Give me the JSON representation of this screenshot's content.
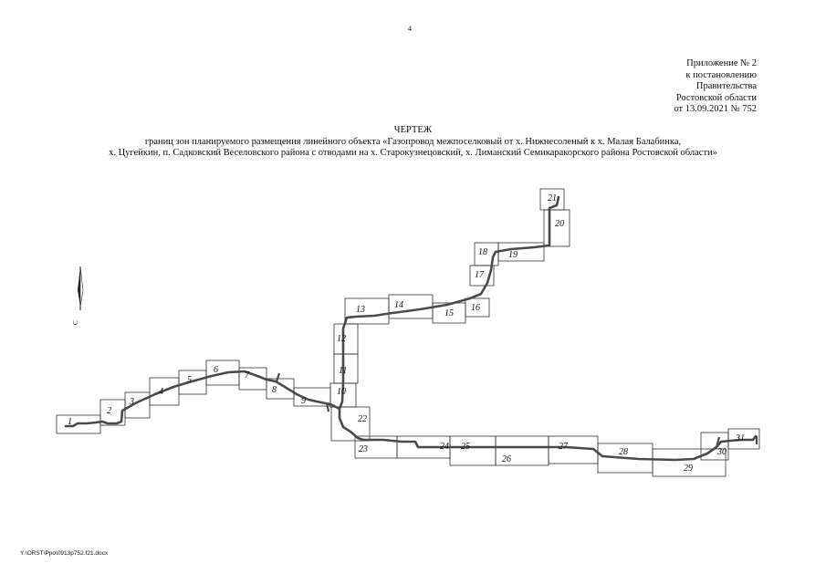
{
  "page_number": "4",
  "appendix": {
    "line1": "Приложение № 2",
    "line2": "к постановлению",
    "line3": "Правительства",
    "line4": "Ростовской области",
    "line5": "от 13.09.2021 № 752"
  },
  "title": {
    "heading": "ЧЕРТЕЖ",
    "line1": "границ зон планируемого размещения линейного объекта «Газопровод межпоселковый от х. Нижнесоленый к х. Малая Балабинка,",
    "line2": "х. Цугейкин, п. Садковский Веселовского района с отводами на х. Старокузнецовский, х. Лиманский Семикаракорского района Ростовской области»"
  },
  "sheet_labels": [
    "1",
    "2",
    "3",
    "4",
    "5",
    "6",
    "7",
    "8",
    "9",
    "10",
    "11",
    "12",
    "13",
    "14",
    "15",
    "16",
    "17",
    "18",
    "19",
    "20",
    "21",
    "22",
    "23",
    "24",
    "25",
    "26",
    "27",
    "28",
    "29",
    "30",
    "31"
  ],
  "north_arrow_label": "С",
  "footer_path": "Y:\\ORST\\Ppo\\0913p752.f21.docx"
}
